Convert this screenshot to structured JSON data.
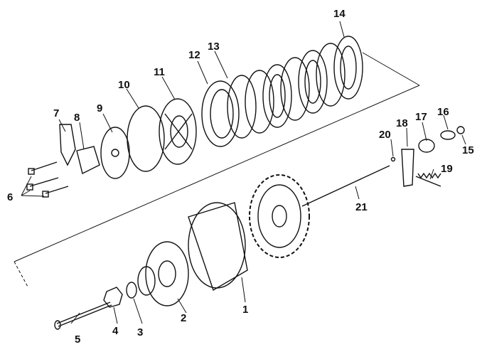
{
  "diagram": {
    "callouts": [
      {
        "id": "c1",
        "text": "1"
      },
      {
        "id": "c2",
        "text": "2"
      },
      {
        "id": "c3",
        "text": "3"
      },
      {
        "id": "c4",
        "text": "4"
      },
      {
        "id": "c5",
        "text": "5"
      },
      {
        "id": "c6",
        "text": "6"
      },
      {
        "id": "c7",
        "text": "7"
      },
      {
        "id": "c8",
        "text": "8"
      },
      {
        "id": "c9",
        "text": "9"
      },
      {
        "id": "c10",
        "text": "10"
      },
      {
        "id": "c11",
        "text": "11"
      },
      {
        "id": "c12",
        "text": "12"
      },
      {
        "id": "c13",
        "text": "13"
      },
      {
        "id": "c14",
        "text": "14"
      },
      {
        "id": "c15",
        "text": "15"
      },
      {
        "id": "c16",
        "text": "16"
      },
      {
        "id": "c17",
        "text": "17"
      },
      {
        "id": "c18",
        "text": "18"
      },
      {
        "id": "c19",
        "text": "19"
      },
      {
        "id": "c20",
        "text": "20"
      },
      {
        "id": "c21",
        "text": "21"
      }
    ]
  },
  "colors": {
    "ink": "#111111",
    "paper": "#ffffff"
  }
}
